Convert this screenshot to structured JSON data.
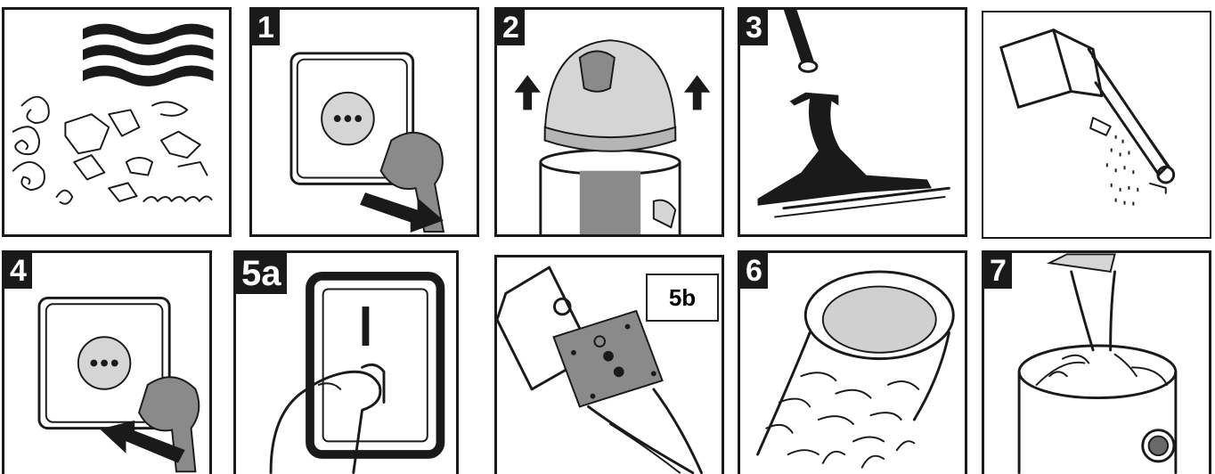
{
  "steps": {
    "p1": "1",
    "p2": "2",
    "p3": "3",
    "p4": "4",
    "p5a": "5a",
    "p5b": "5b",
    "p6": "6",
    "p7": "7"
  }
}
